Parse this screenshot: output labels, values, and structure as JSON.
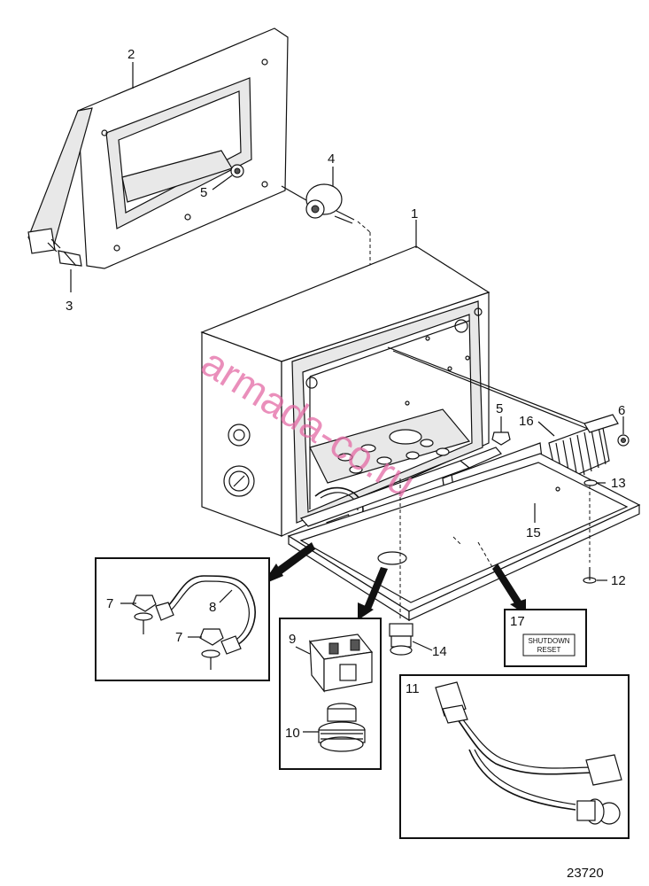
{
  "callouts": {
    "c1": "1",
    "c2": "2",
    "c3": "3",
    "c4": "4",
    "c5a": "5",
    "c5b": "5",
    "c6": "6",
    "c7a": "7",
    "c7b": "7",
    "c8": "8",
    "c9": "9",
    "c10": "10",
    "c11": "11",
    "c12": "12",
    "c13": "13",
    "c14": "14",
    "c15": "15",
    "c16": "16",
    "c17": "17"
  },
  "decal": {
    "line1": "SHUTDOWN",
    "line2": "RESET"
  },
  "figure_number": "23720",
  "watermark": "armada-co.ru",
  "colors": {
    "ink": "#111111",
    "watermark": "#e46aa5",
    "background": "#ffffff"
  }
}
